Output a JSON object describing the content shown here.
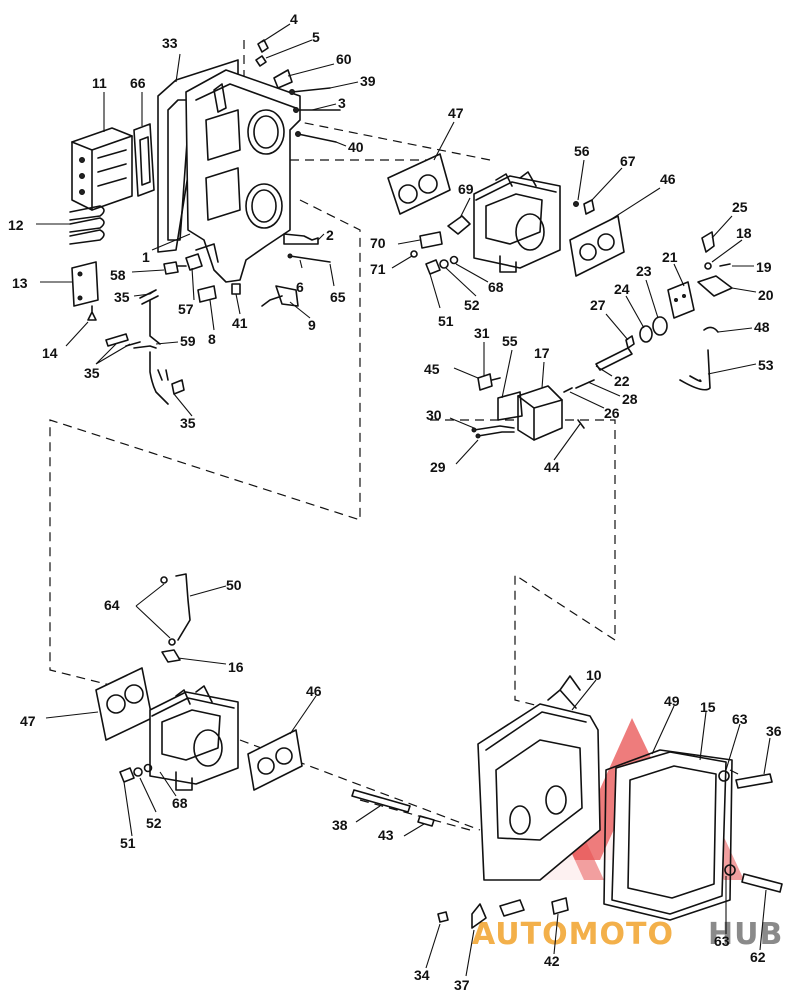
{
  "colors": {
    "ink": "#111111",
    "watermark_red": "#e85050",
    "watermark_orange": "#f3b04a",
    "watermark_gray": "#8a8a8a"
  },
  "watermark": {
    "part1": "AUTOMOTO",
    "part2": "HUB"
  },
  "callouts": {
    "c1": "1",
    "c2": "2",
    "c3": "3",
    "c4": "4",
    "c5": "5",
    "c6": "6",
    "c8": "8",
    "c9": "9",
    "c10": "10",
    "c11": "11",
    "c12": "12",
    "c13": "13",
    "c14": "14",
    "c15": "15",
    "c16": "16",
    "c17": "17",
    "c18": "18",
    "c19": "19",
    "c20": "20",
    "c21": "21",
    "c22": "22",
    "c23": "23",
    "c24": "24",
    "c25": "25",
    "c26": "26",
    "c27": "27",
    "c28": "28",
    "c29": "29",
    "c30": "30",
    "c31": "31",
    "c33": "33",
    "c34": "34",
    "c35a": "35",
    "c35b": "35",
    "c35c": "35",
    "c36": "36",
    "c37": "37",
    "c38": "38",
    "c39": "39",
    "c40": "40",
    "c41": "41",
    "c42": "42",
    "c43": "43",
    "c44": "44",
    "c45": "45",
    "c46a": "46",
    "c46b": "46",
    "c47a": "47",
    "c47b": "47",
    "c48": "48",
    "c49": "49",
    "c50": "50",
    "c51a": "51",
    "c51b": "51",
    "c52a": "52",
    "c52b": "52",
    "c53": "53",
    "c55": "55",
    "c56": "56",
    "c57": "57",
    "c58": "58",
    "c59": "59",
    "c60": "60",
    "c62": "62",
    "c63a": "63",
    "c63b": "63",
    "c64": "64",
    "c65": "65",
    "c66": "66",
    "c67": "67",
    "c68a": "68",
    "c68b": "68",
    "c69": "69",
    "c70": "70",
    "c71": "71"
  }
}
